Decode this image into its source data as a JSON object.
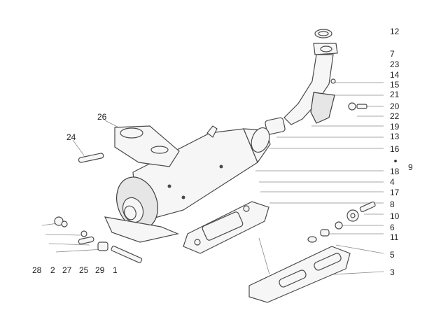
{
  "diagram": {
    "type": "exploded-parts-view",
    "callouts": [
      "12",
      "7",
      "23",
      "14",
      "15",
      "21",
      "20",
      "22",
      "19",
      "13",
      "16",
      "9",
      "18",
      "4",
      "17",
      "8",
      "10",
      "6",
      "11",
      "5",
      "3",
      "26",
      "24",
      "28",
      "2",
      "27",
      "25",
      "29",
      "1"
    ]
  }
}
